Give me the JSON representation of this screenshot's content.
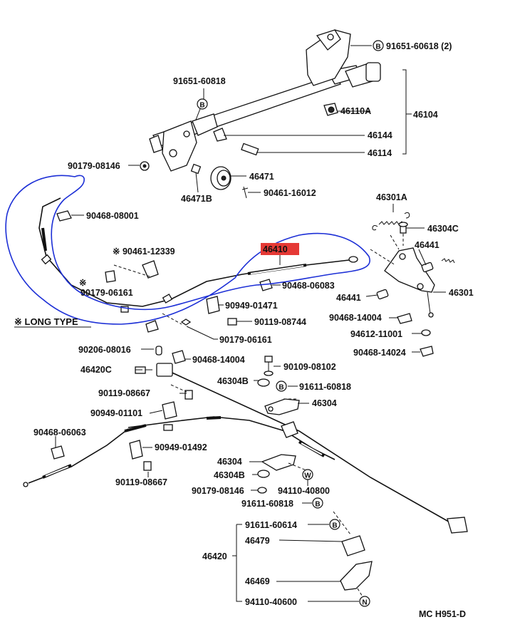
{
  "labels": {
    "p91651_60618_2": "91651-60618 (2)",
    "p91651_60818": "91651-60818",
    "p46110A": "46110A",
    "p46104": "46104",
    "p46144": "46144",
    "p46114": "46114",
    "p90179_08146_top": "90179-08146",
    "p46471": "46471",
    "p46471B": "46471B",
    "p90461_16012": "90461-16012",
    "p46301A": "46301A",
    "p46304C": "46304C",
    "p46441_top": "46441",
    "p46441_left": "46441",
    "p46301": "46301",
    "p90468_08001": "90468-08001",
    "p90461_12339": "※ 90461-12339",
    "p90179_06161_a": "90179-06161",
    "p46410": "46410",
    "p90468_06083": "90468-06083",
    "p90468_14004_r": "90468-14004",
    "p94612_11001": "94612-11001",
    "p90468_14024": "90468-14024",
    "p90949_01471": "90949-01471",
    "p90119_08744": "90119-08744",
    "p90179_06161_b": "90179-06161",
    "long_type": "※ LONG  TYPE",
    "p90206_08016": "90206-08016",
    "p90468_14004_c": "90468-14004",
    "p46420C": "46420C",
    "p90109_08102": "90109-08102",
    "p46304B_top": "46304B",
    "p91611_60818_a": "91611-60818",
    "p90119_08667_top": "90119-08667",
    "p46304_top": "46304",
    "p90949_01101": "90949-01101",
    "p90468_06063": "90468-06063",
    "p90949_01492": "90949-01492",
    "p46304_mid": "46304",
    "p46304B_mid": "46304B",
    "p90119_08667_bot": "90119-08667",
    "p90179_08146_bot": "90179-08146",
    "p94110_40800": "94110-40800",
    "p91611_60818_b": "91611-60818",
    "p91611_60614": "91611-60614",
    "p46479": "46479",
    "p46420": "46420",
    "p46469": "46469",
    "p94110_40600": "94110-40600",
    "mark_star": "※",
    "circle_B": "B",
    "circle_W": "W",
    "circle_N": "N",
    "footer": "MC  H951-D"
  },
  "colors": {
    "highlight": "#e53935",
    "annotation": "#1c2fd6"
  }
}
